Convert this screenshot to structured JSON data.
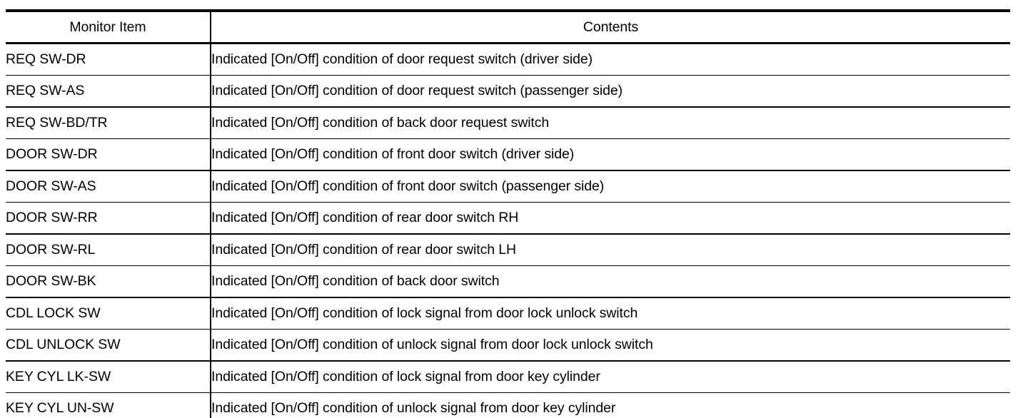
{
  "table": {
    "columns": [
      {
        "key": "item",
        "label": "Monitor Item",
        "align": "center"
      },
      {
        "key": "contents",
        "label": "Contents",
        "align": "center"
      }
    ],
    "rows": [
      {
        "item": "REQ SW-DR",
        "contents": "Indicated [On/Off] condition of door request switch (driver side)"
      },
      {
        "item": "REQ SW-AS",
        "contents": "Indicated [On/Off] condition of door request switch (passenger side)"
      },
      {
        "item": "REQ SW-BD/TR",
        "contents": "Indicated [On/Off] condition of back door request switch"
      },
      {
        "item": "DOOR SW-DR",
        "contents": "Indicated [On/Off] condition of front door switch (driver side)"
      },
      {
        "item": "DOOR SW-AS",
        "contents": "Indicated [On/Off] condition of front door switch (passenger side)"
      },
      {
        "item": "DOOR SW-RR",
        "contents": "Indicated [On/Off] condition of rear door switch RH"
      },
      {
        "item": "DOOR SW-RL",
        "contents": "Indicated [On/Off] condition of rear door switch LH"
      },
      {
        "item": "DOOR SW-BK",
        "contents": "Indicated [On/Off] condition of back door switch"
      },
      {
        "item": "CDL LOCK SW",
        "contents": "Indicated [On/Off] condition of lock signal from door lock unlock switch"
      },
      {
        "item": "CDL UNLOCK SW",
        "contents": "Indicated [On/Off] condition of unlock signal from door lock unlock switch"
      },
      {
        "item": "KEY CYL LK-SW",
        "contents": "Indicated [On/Off] condition of lock signal from door key cylinder"
      },
      {
        "item": "KEY CYL UN-SW",
        "contents": "Indicated [On/Off] condition of unlock signal from door key cylinder"
      }
    ]
  },
  "style": {
    "text_color": "#000000",
    "background_color": "#ffffff",
    "rule_color": "#000000"
  }
}
